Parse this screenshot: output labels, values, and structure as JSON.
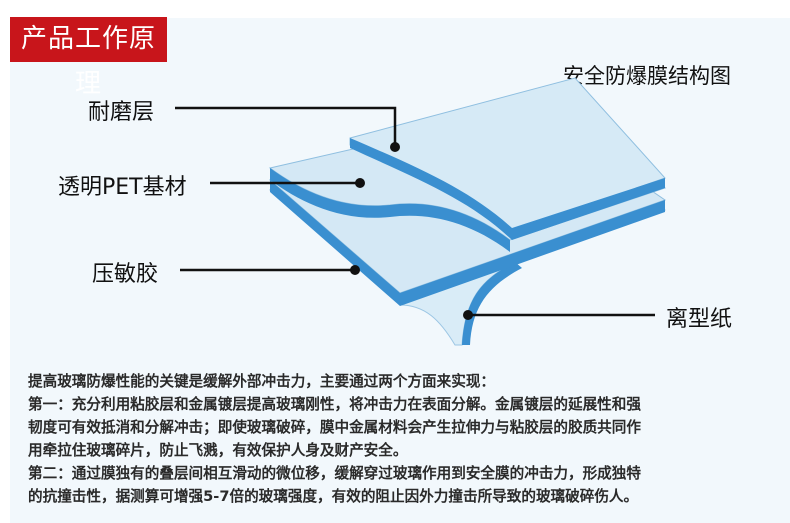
{
  "header": {
    "badge": "产品工作原理",
    "diagram_title": "安全防爆膜结构图"
  },
  "labels": {
    "wear_layer": "耐磨层",
    "pet": "透明PET基材",
    "adhesive": "压敏胶",
    "release": "离型纸"
  },
  "colors": {
    "badge": "#c8151b",
    "layer_face": "#d4e8f5",
    "layer_edge": "#3a8fd0"
  },
  "body": [
    "提高玻璃防爆性能的关键是缓解外部冲击力，主要通过两个方面来实现：",
    "第一：充分利用粘胶层和金属镀层提高玻璃刚性，将冲击力在表面分解。金属镀层的延展性和强",
    "韧度可有效抵消和分解冲击；即使玻璃破碎，膜中金属材料会产生拉伸力与粘胶层的胶质共同作",
    "用牵拉住玻璃碎片，防止飞溅，有效保护人身及财产安全。",
    "第二：通过膜独有的叠层间相互滑动的微位移，缓解穿过玻璃作用到安全膜的冲击力，形成独特",
    "的抗撞击性，据测算可增强5-7倍的玻璃强度，有效的阻止因外力撞击所导致的玻璃破碎伤人。"
  ]
}
